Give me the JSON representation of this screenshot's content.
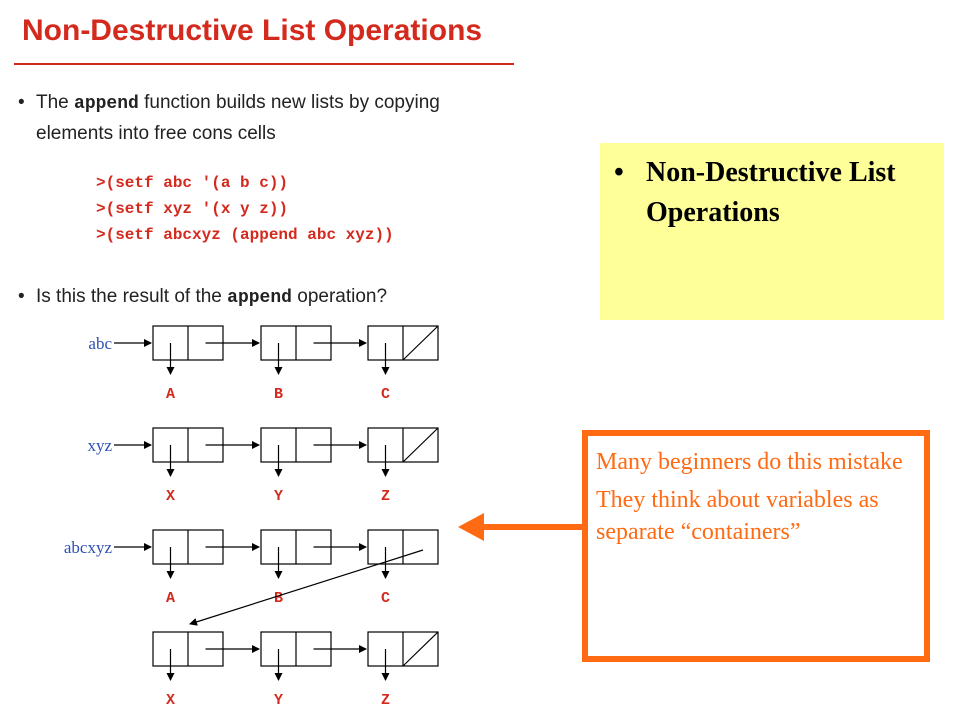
{
  "slide": {
    "title": "Non-Destructive List Operations",
    "bullet1": {
      "pre": "The ",
      "code": "append",
      "post": " function builds new lists by copying elements into free cons cells"
    },
    "code_lines": [
      ">(setf abc '(a b c))",
      ">(setf xyz '(x y z))",
      ">(setf abcxyz (append abc xyz))"
    ],
    "bullet2": {
      "pre": "Is this the result of the ",
      "code": "append",
      "post": " operation?"
    }
  },
  "note": {
    "text": "Non-Destructive List Operations"
  },
  "callout": {
    "line1": "Many beginners do this mistake",
    "line2": "They think about variables as separate “containers”"
  },
  "diagram": {
    "rows": [
      {
        "label": "abc",
        "atoms": [
          "A",
          "B",
          "C"
        ]
      },
      {
        "label": "xyz",
        "atoms": [
          "X",
          "Y",
          "Z"
        ]
      },
      {
        "label": "abcxyz",
        "atoms": [
          "A",
          "B",
          "C"
        ]
      },
      {
        "label": "",
        "atoms": [
          "X",
          "Y",
          "Z"
        ]
      }
    ]
  },
  "colors": {
    "title": "#d42a1e",
    "label": "#2e4fb5",
    "note_bg": "#ffff99",
    "callout": "#ff6a13"
  }
}
